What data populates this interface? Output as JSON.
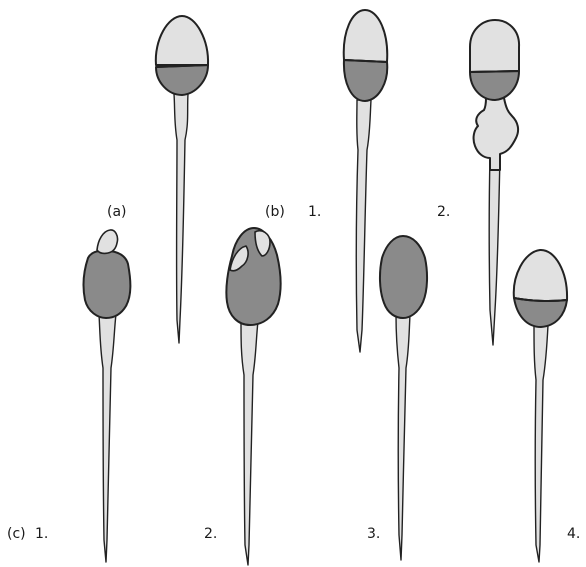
{
  "figure": {
    "panel_labels": {
      "a": "(a)",
      "b": "(b)",
      "c": "(c)"
    },
    "panel_b_items": [
      "1.",
      "2."
    ],
    "panel_c_items": [
      "1.",
      "2.",
      "3.",
      "4."
    ],
    "colors": {
      "light_region": "#e1e1e1",
      "dark_region": "#8a8a8a",
      "outline": "#222222",
      "background": "#ffffff"
    }
  }
}
